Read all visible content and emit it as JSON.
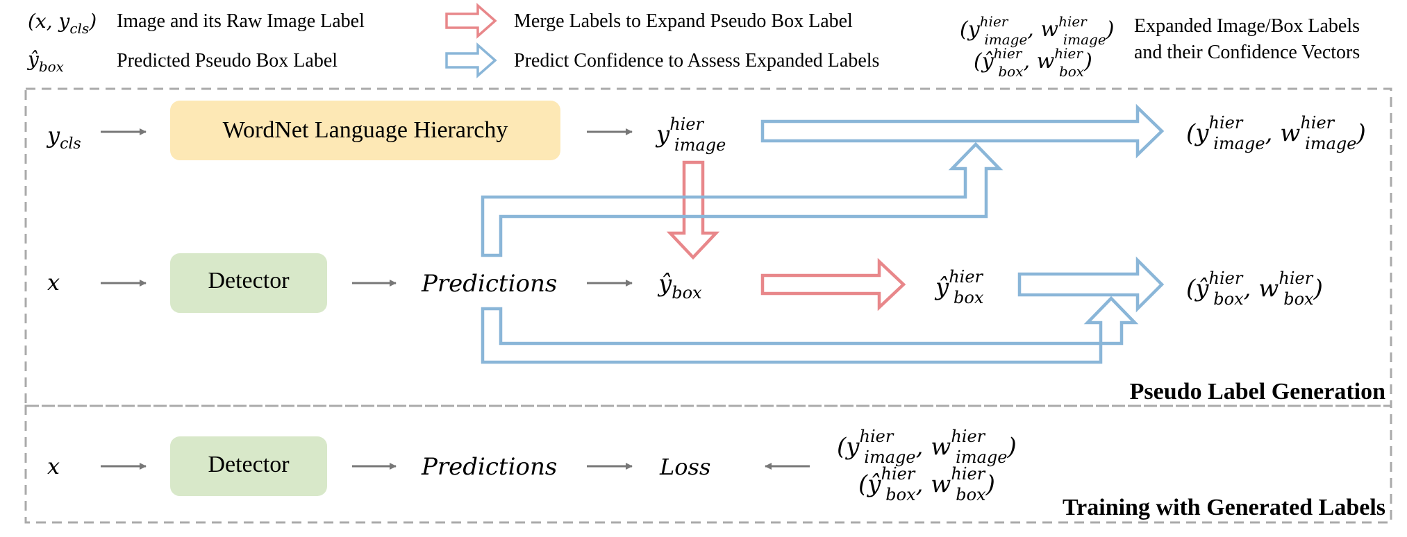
{
  "legend": {
    "raw_pair": {
      "base": "(x, y",
      "sub": "cls",
      "close": ")"
    },
    "raw_pair_label": "Image and its Raw Image Label",
    "pred_box": {
      "base": "ŷ",
      "sub": "box"
    },
    "pred_box_label": "Predicted Pseudo Box Label",
    "merge_label": "Merge Labels to Expand Pseudo Box Label",
    "predict_label": "Predict Confidence to Assess Expanded Labels",
    "expanded_label_line1": "Expanded Image/Box Labels",
    "expanded_label_line2": "and their Confidence Vectors"
  },
  "math": {
    "hier": "hier",
    "image": "image",
    "box": "box",
    "cls": "cls",
    "y": "y",
    "yhat": "ŷ",
    "w": "w",
    "x": "x"
  },
  "generation": {
    "section_title": "Pseudo Label Generation",
    "wordnet_label": "WordNet Language Hierarchy",
    "detector_label": "Detector",
    "predictions_label": "Predictions"
  },
  "training": {
    "section_title": "Training with Generated Labels",
    "detector_label": "Detector",
    "predictions_label": "Predictions",
    "loss_label": "Loss"
  },
  "colors": {
    "red_arrow": "#e8878a",
    "blue_arrow": "#8ab6d8",
    "gray_arrow": "#777777",
    "wordnet_fill": "#fde8b5",
    "detector_fill": "#d8e8c9",
    "dashed_border": "#aaaaaa"
  }
}
